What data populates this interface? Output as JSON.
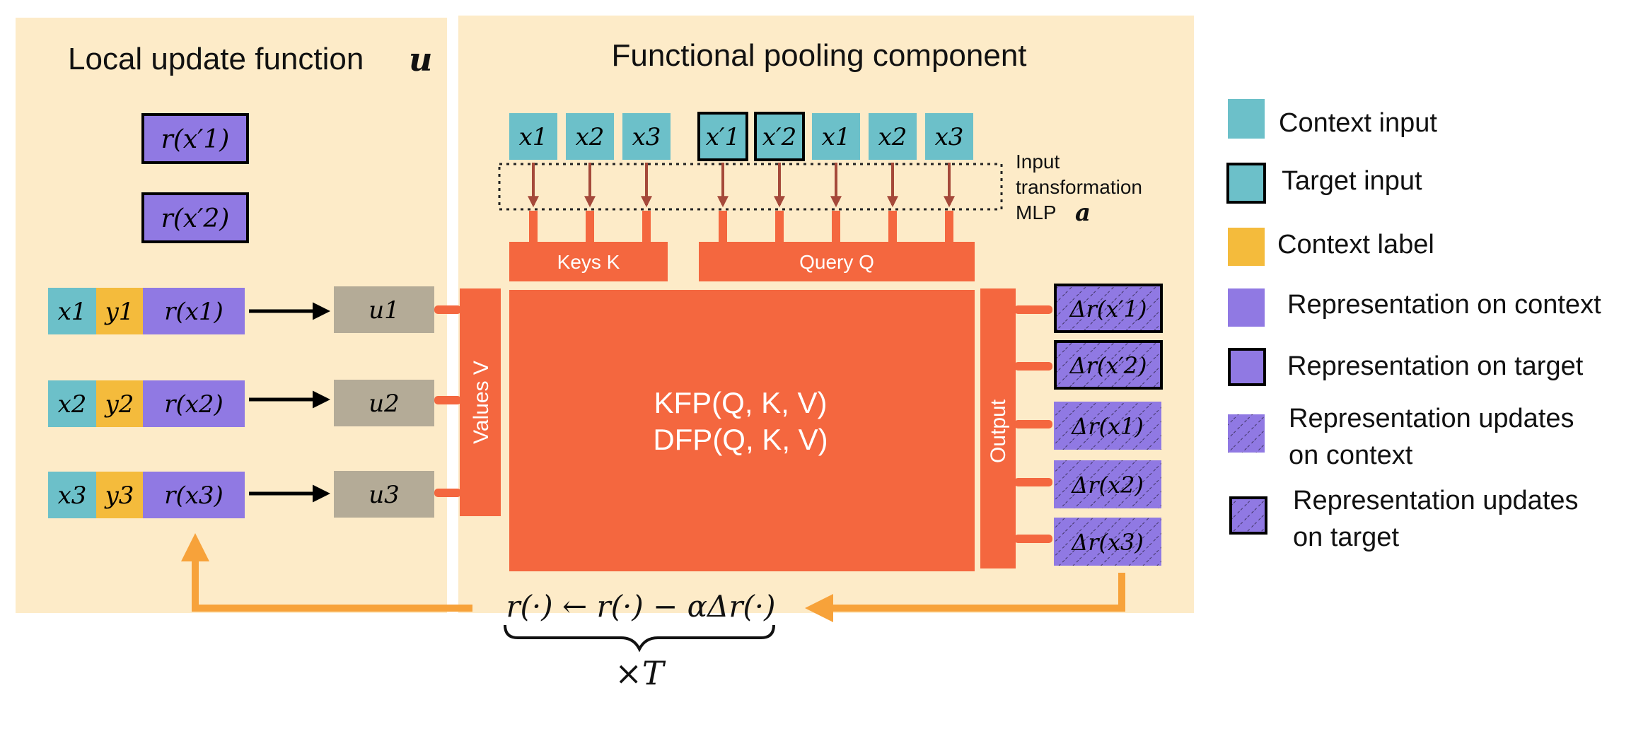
{
  "colors": {
    "panel": "#fdebc8",
    "teal": "#6cc0c9",
    "gold": "#f4bb3c",
    "purple": "#9079e3",
    "gray": "#b4ab97",
    "orange": "#f4673f",
    "arrow_orange": "#f7a23a",
    "brown": "#a5493a"
  },
  "left_panel": {
    "title": "Local update function",
    "title_symbol": "u",
    "target_reps": [
      "r(x′1)",
      "r(x′2)"
    ],
    "rows": [
      {
        "x": "x1",
        "y": "y1",
        "r": "r(x1)",
        "u": "u1"
      },
      {
        "x": "x2",
        "y": "y2",
        "r": "r(x2)",
        "u": "u2"
      },
      {
        "x": "x3",
        "y": "y3",
        "r": "r(x3)",
        "u": "u3"
      }
    ]
  },
  "right_panel": {
    "title": "Functional pooling component",
    "inputs": [
      "x1",
      "x2",
      "x3",
      "x′1",
      "x′2",
      "x1",
      "x2",
      "x3"
    ],
    "mlp_label_lines": [
      "Input",
      "transformation",
      "MLP"
    ],
    "mlp_symbol": "a",
    "keys_label": "Keys K",
    "query_label": "Query Q",
    "values_label": "Values V",
    "core_lines": [
      "KFP(Q, K, V)",
      "DFP(Q, K, V)"
    ],
    "output_label": "Output",
    "outputs": [
      "Δr(x′1)",
      "Δr(x′2)",
      "Δr(x1)",
      "Δr(x2)",
      "Δr(x3)"
    ]
  },
  "update_rule": "r(·) ← r(·) − αΔr(·)",
  "repeat_label": "×T",
  "legend": [
    {
      "label": "Context input",
      "icon": "teal-swatch"
    },
    {
      "label": "Target input",
      "icon": "teal-outlined-swatch"
    },
    {
      "label": "Context label",
      "icon": "gold-swatch"
    },
    {
      "label": "Representation on context",
      "icon": "purple-swatch"
    },
    {
      "label": "Representation on target",
      "icon": "purple-outlined-swatch"
    },
    {
      "label": "Representation updates",
      "label2": "on context",
      "icon": "purple-hatched-swatch"
    },
    {
      "label": "Representation updates",
      "label2": "on target",
      "icon": "purple-hatched-outlined-swatch"
    }
  ]
}
